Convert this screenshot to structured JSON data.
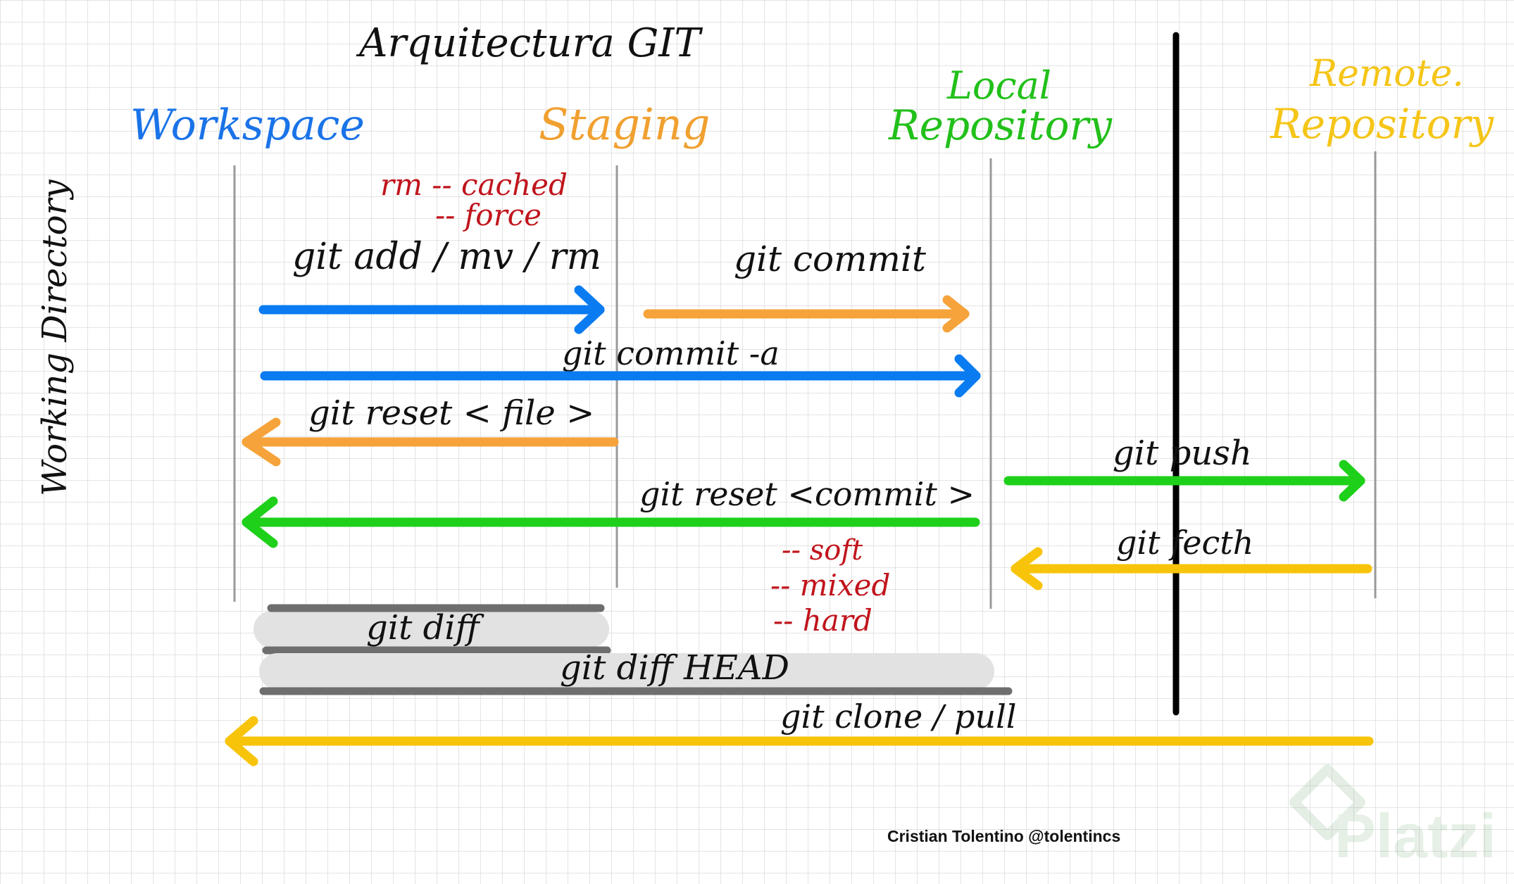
{
  "title": "Arquitectura GIT",
  "side_label": "Working Directory",
  "columns": {
    "workspace": "Workspace",
    "staging": "Staging",
    "local_line1": "Local",
    "local_line2": "Repository",
    "remote_line1": "Remote.",
    "remote_line2": "Repository"
  },
  "commands": {
    "rm_cached": "rm -- cached",
    "rm_force": "-- force",
    "git_add": "git add / mv / rm",
    "git_commit": "git commit",
    "git_commit_a": "git commit -a",
    "git_reset_file": "git reset < file >",
    "git_push": "git push",
    "git_reset_commit": "git reset <commit >",
    "reset_soft": "-- soft",
    "reset_mixed": "-- mixed",
    "reset_hard": "-- hard",
    "git_fetch": "git fecth",
    "git_diff": "git diff",
    "git_diff_head": "git diff HEAD",
    "git_clone_pull": "git clone / pull"
  },
  "credit": "Cristian Tolentino @tolentincs",
  "watermark": "Platzi",
  "colors": {
    "workspace": "#1a73e8",
    "staging": "#f0a030",
    "local": "#22c01a",
    "remote": "#f5c518",
    "note_red": "#c0141c",
    "blue_arrow": "#0a7bf0",
    "orange_arrow": "#f5a33a",
    "green_arrow": "#1ed019",
    "yellow_arrow": "#f8c40a",
    "grid": "#dcdcdc",
    "divider": "#000000",
    "lane": "#9a9a9a",
    "diff_band": "#e2e2e2",
    "diff_line": "#6e6e6e"
  }
}
